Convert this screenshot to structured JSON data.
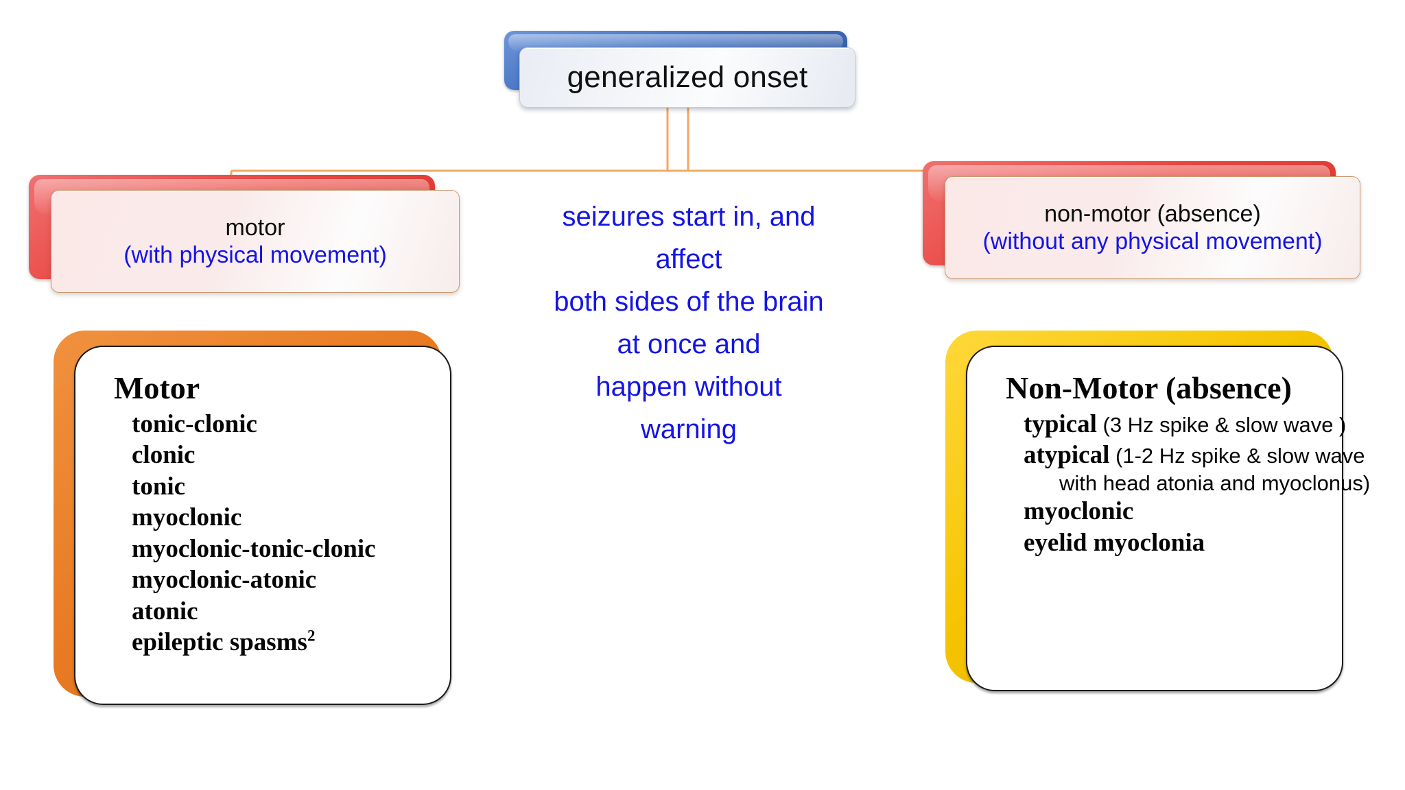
{
  "diagram": {
    "type": "flowchart",
    "root": {
      "label": "generalized onset",
      "accent_color": "#4472C4"
    },
    "connector_color": "#F4A860",
    "center_note": {
      "color": "#1414E6",
      "lines": [
        "seizures start in, and",
        "affect",
        "both sides of the brain",
        "at once and",
        "happen without",
        "warning"
      ]
    },
    "branches": [
      {
        "id": "motor",
        "accent_color": "#E9453F",
        "title": "motor",
        "subtitle": "(with physical movement)",
        "subtitle_color": "#1414E6"
      },
      {
        "id": "non-motor",
        "accent_color": "#E9453F",
        "title": "non-motor (absence)",
        "subtitle": "(without any physical movement)",
        "subtitle_color": "#1414E6"
      }
    ],
    "detail_boxes": [
      {
        "id": "motor-details",
        "accent_color": "#E8822B",
        "title": "Motor",
        "items": [
          {
            "term": "tonic-clonic",
            "note": "",
            "note_cont": ""
          },
          {
            "term": "clonic",
            "note": "",
            "note_cont": ""
          },
          {
            "term": "tonic",
            "note": "",
            "note_cont": ""
          },
          {
            "term": "myoclonic",
            "note": "",
            "note_cont": ""
          },
          {
            "term": "myoclonic-tonic-clonic",
            "note": "",
            "note_cont": ""
          },
          {
            "term": "myoclonic-atonic",
            "note": "",
            "note_cont": ""
          },
          {
            "term": "atonic",
            "note": "",
            "note_cont": ""
          },
          {
            "term": "epileptic spasms",
            "superscript": "2",
            "note": "",
            "note_cont": ""
          }
        ]
      },
      {
        "id": "non-motor-details",
        "accent_color": "#F5C400",
        "title": "Non-Motor (absence)",
        "items": [
          {
            "term": "typical",
            "note": " (3 Hz spike & slow wave )",
            "note_cont": ""
          },
          {
            "term": "atypical",
            "note": " (1-2 Hz spike & slow wave",
            "note_cont": "with head atonia and myoclonus)"
          },
          {
            "term": "myoclonic",
            "note": "",
            "note_cont": ""
          },
          {
            "term": "eyelid myoclonia",
            "note": "",
            "note_cont": ""
          }
        ]
      }
    ]
  }
}
